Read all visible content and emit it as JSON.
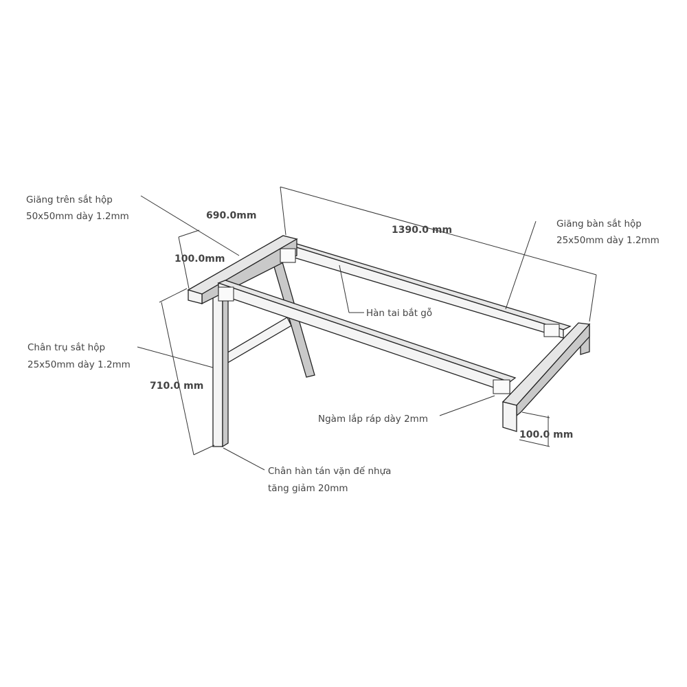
{
  "labels": {
    "top_beam_line1": "Giăng trên sắt hộp",
    "top_beam_line2": "50x50mm dày 1.2mm",
    "rail_line1": "Giăng bàn sắt hộp",
    "rail_line2": "25x50mm dày 1.2mm",
    "weld_tab": "Hàn tai bắt gỗ",
    "leg_line1": "Chân trụ sắt hộp",
    "leg_line2": "25x50mm dày 1.2mm",
    "joint": "Ngàm lắp ráp dày 2mm",
    "foot_line1": "Chân hàn tán vặn đế nhựa",
    "foot_line2": "tăng giảm 20mm"
  },
  "dimensions": {
    "width": "690.0mm",
    "overhang": "100.0mm",
    "length": "1390.0 mm",
    "height": "710.0 mm",
    "foot_overhang": "100.0 mm"
  }
}
